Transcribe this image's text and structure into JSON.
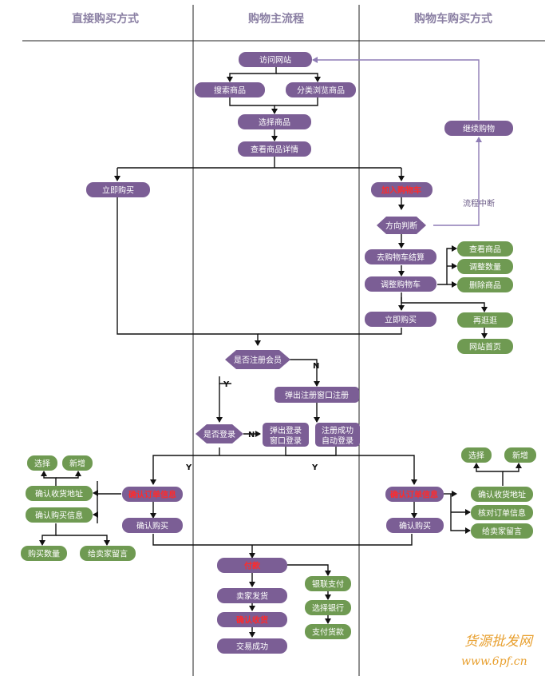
{
  "headers": {
    "left": "直接购买方式",
    "center": "购物主流程",
    "right": "购物车购买方式"
  },
  "nodes": {
    "visit_site": "访问网站",
    "search_goods": "搜索商品",
    "browse_category": "分类浏览商品",
    "select_goods": "选择商品",
    "view_details": "查看商品详情",
    "buy_now_left": "立即购买",
    "add_to_cart": "加入购物车",
    "direction_judge": "方向判断",
    "continue_shopping": "继续购物",
    "go_checkout": "去购物车结算",
    "adjust_cart": "调整购物车",
    "view_goods": "查看商品",
    "adjust_qty": "调整数量",
    "delete_goods": "删除商品",
    "buy_now_right": "立即购买",
    "browse_again": "再逛逛",
    "homepage": "网站首页",
    "is_member": "是否注册会员",
    "register_popup": "弹出注册窗口注册",
    "is_logged_in": "是否登录",
    "login_popup": "弹出登录窗口登录",
    "register_success": "注册成功自动登录",
    "confirm_order_left": "确认订单信息",
    "confirm_order_right": "确认订单信息",
    "select_left": "选择",
    "add_left": "新增",
    "confirm_address_left": "确认收货地址",
    "confirm_buy_info": "确认购买信息",
    "buy_qty": "购买数量",
    "leave_msg_left": "给卖家留言",
    "confirm_purchase_left": "确认购买",
    "confirm_purchase_right": "确认购买",
    "select_right": "选择",
    "add_right": "新增",
    "confirm_address_right": "确认收货地址",
    "check_order_info": "核对订单信息",
    "leave_msg_right": "给卖家留言",
    "pay": "付款",
    "seller_ship": "卖家发货",
    "confirm_receipt": "确认收货",
    "trade_success": "交易成功",
    "unionpay": "银联支付",
    "choose_bank": "选择银行",
    "pay_money": "支付货款"
  },
  "labels": {
    "flow_interrupt": "流程中断",
    "yes": "Y",
    "no": "N"
  },
  "watermark": {
    "line1": "货源批发网",
    "line2": "www.6pf.cn"
  },
  "colors": {
    "purple": "#7b5e95",
    "green": "#6f9a52",
    "red_text": "#ff2b2b",
    "header_text": "#8a7fa3"
  }
}
